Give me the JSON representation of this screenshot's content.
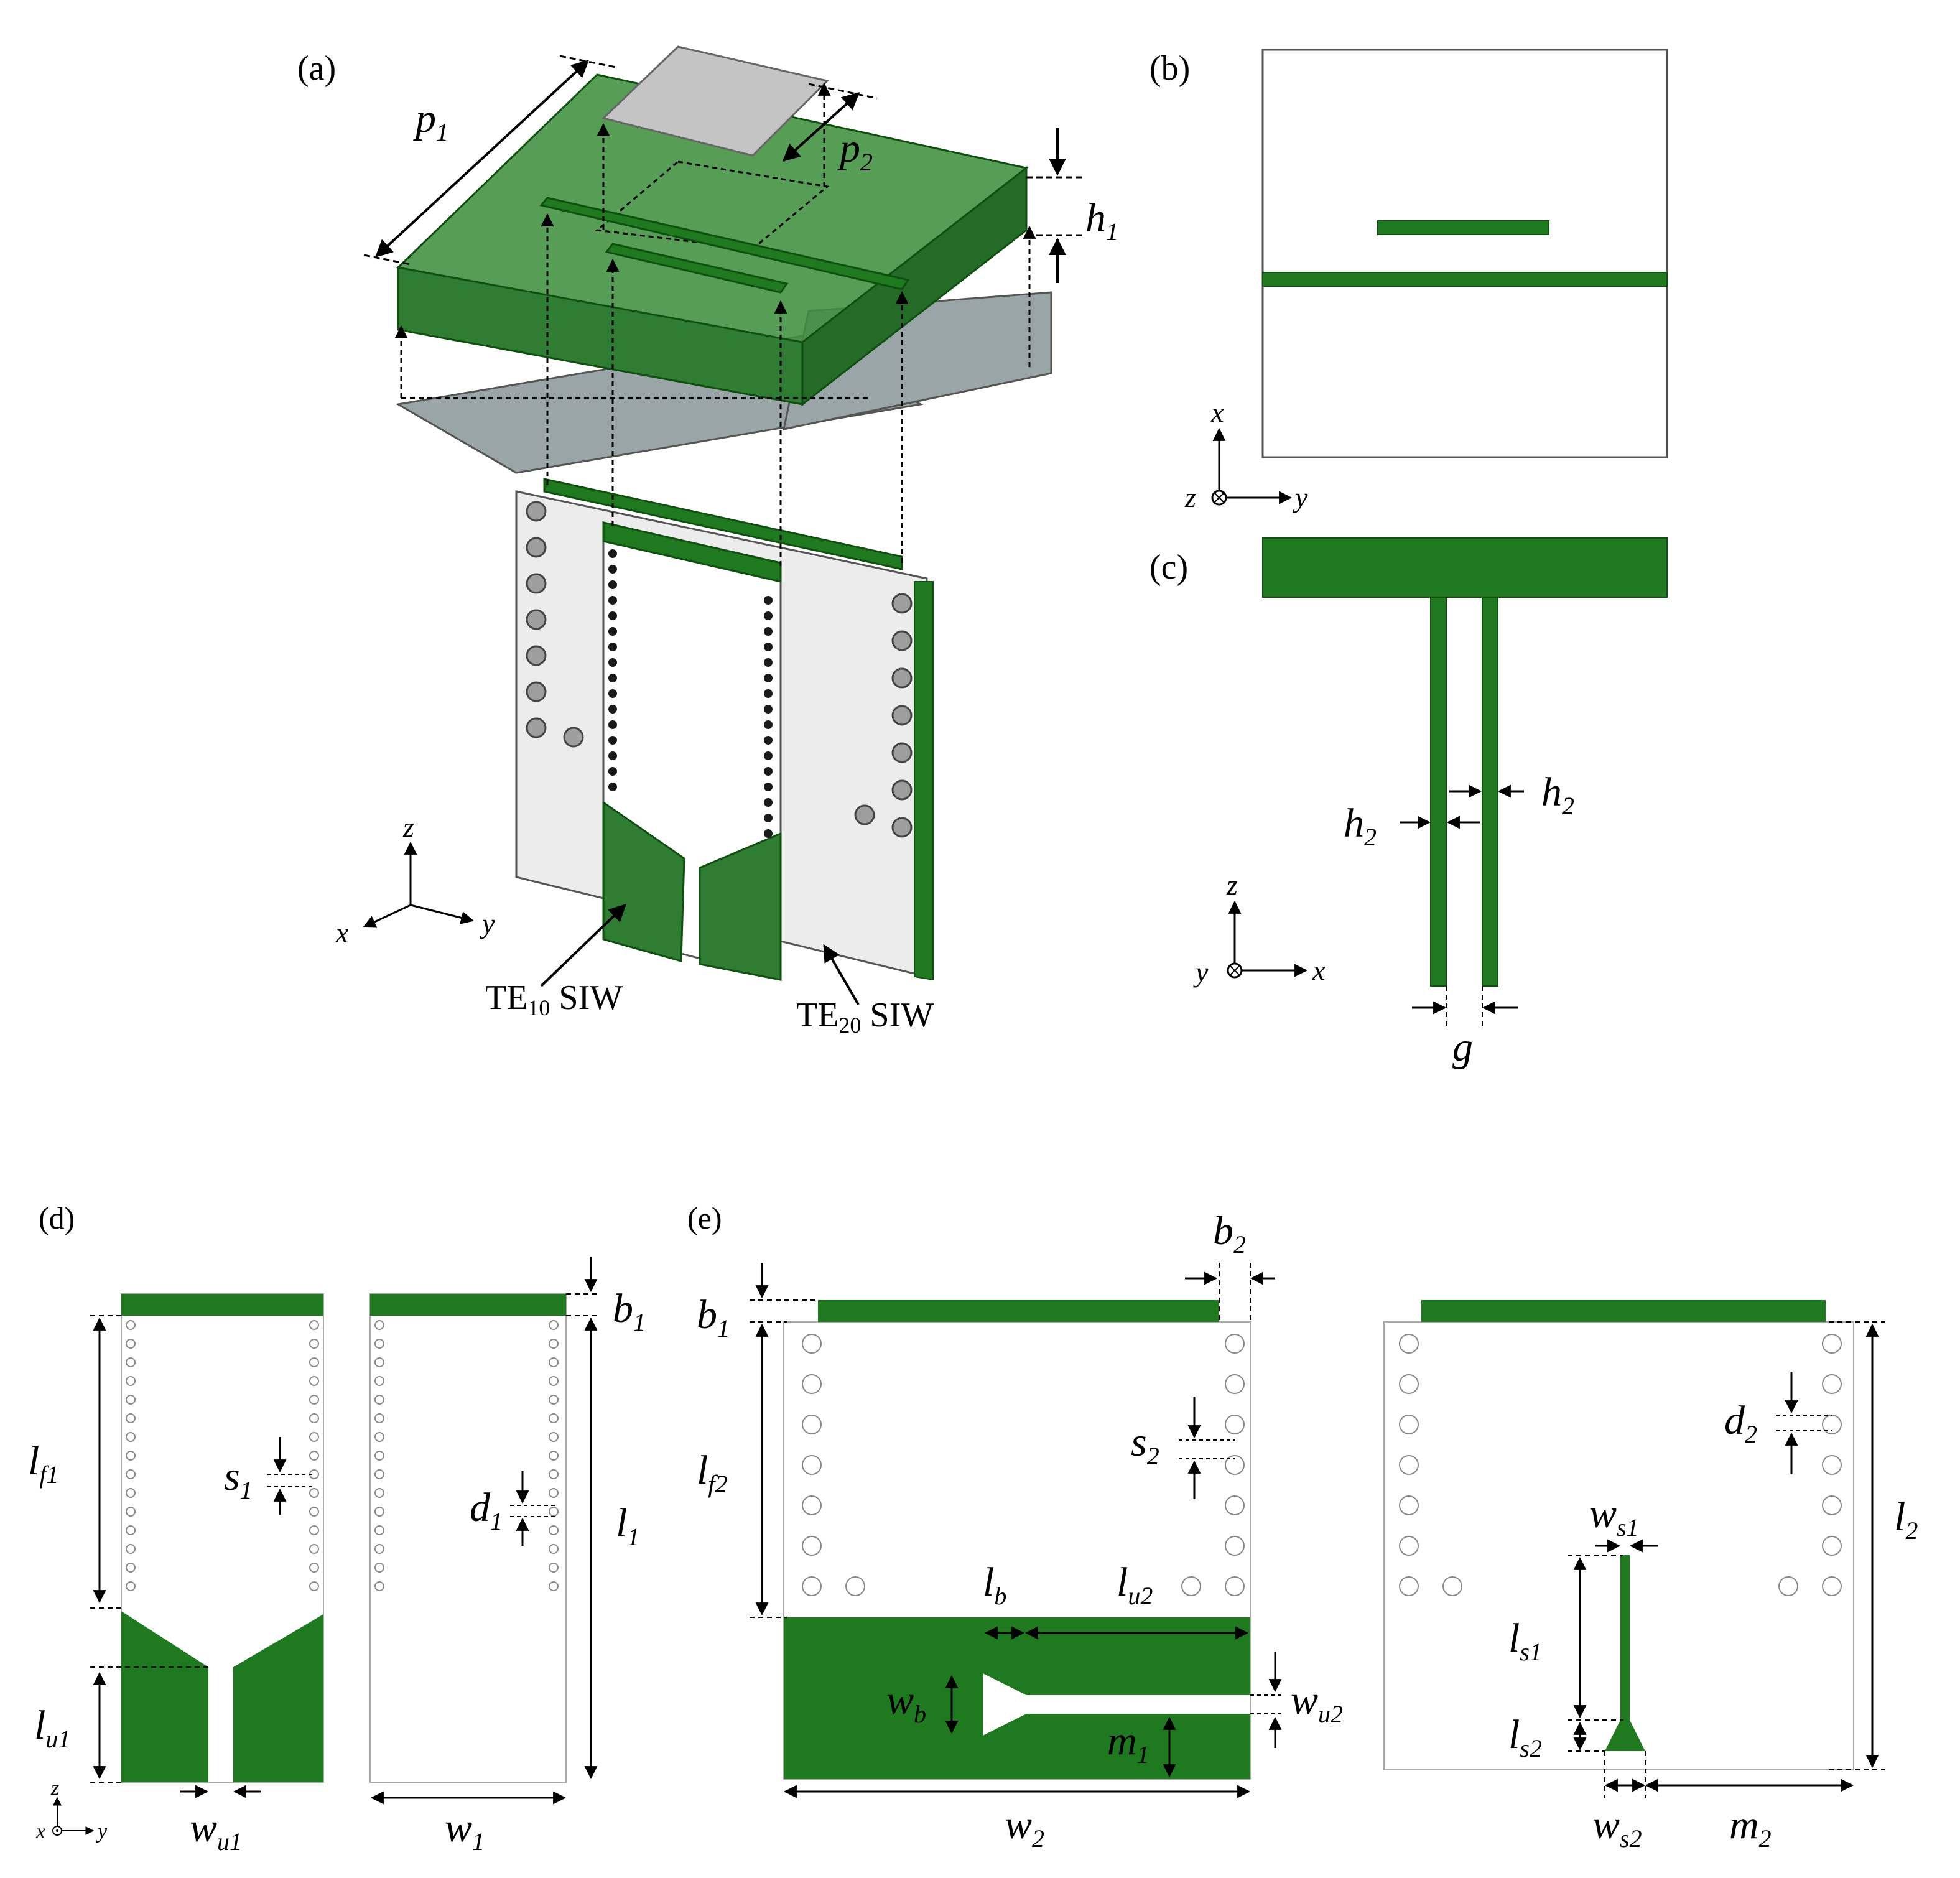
{
  "colors": {
    "pcb_green": "#1f7a1f",
    "pcb_green_dark": "#0f4f0f",
    "dielectric_green": "#2e7d32",
    "metal_gray": "#bdbdbd",
    "board_white": "#efefef"
  },
  "panels": {
    "a": {
      "label": "(a)",
      "dims": {
        "p": "p",
        "p1_sub": "1",
        "p2_sub": "2",
        "h": "h",
        "h1_sub": "1"
      },
      "axes": {
        "x": "x",
        "y": "y",
        "z": "z"
      },
      "te10": {
        "pre": "TE",
        "sub": "10",
        "post": " SIW"
      },
      "te20": {
        "pre": "TE",
        "sub": "20",
        "post": " SIW"
      }
    },
    "b": {
      "label": "(b)",
      "axes": {
        "x": "x",
        "y": "y",
        "z": "z"
      }
    },
    "c": {
      "label": "(c)",
      "dims": {
        "h": "h",
        "h2_sub": "2",
        "g": "g"
      },
      "axes": {
        "x": "x",
        "y": "y",
        "z": "z"
      }
    },
    "d": {
      "label": "(d)",
      "dims": {
        "l": "l",
        "lf1_sub": "f1",
        "lu1_sub": "u1",
        "l1_sub": "1",
        "s": "s",
        "s1_sub": "1",
        "d": "d",
        "d1_sub": "1",
        "b": "b",
        "b1_sub": "1",
        "w": "w",
        "wu1_sub": "u1",
        "w1_sub": "1"
      },
      "axes": {
        "x": "x",
        "y": "y",
        "z": "z"
      }
    },
    "e": {
      "label": "(e)",
      "dims": {
        "b": "b",
        "b2_sub": "2",
        "b1_sub": "1",
        "l": "l",
        "lf2_sub": "f2",
        "lb_sub": "b",
        "lu2_sub": "u2",
        "l2_sub": "2",
        "ls1_sub": "s1",
        "ls2_sub": "s2",
        "s": "s",
        "s2_sub": "2",
        "d": "d",
        "d2_sub": "2",
        "w": "w",
        "wb_sub": "b",
        "wu2_sub": "u2",
        "w2_sub": "2",
        "ws1_sub": "s1",
        "ws2_sub": "s2",
        "m": "m",
        "m1_sub": "1",
        "m2_sub": "2"
      }
    }
  }
}
